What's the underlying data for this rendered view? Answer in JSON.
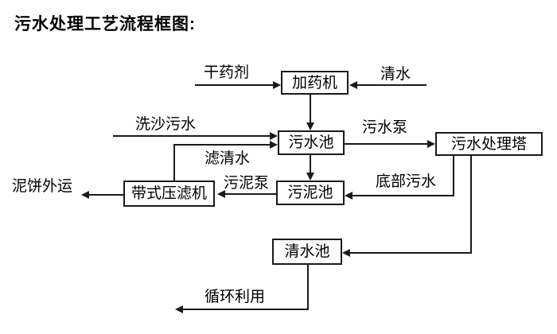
{
  "page": {
    "title": "污水处理工艺流程框图:"
  },
  "diagram": {
    "type": "flowchart",
    "nodes": [
      {
        "id": "dosing-machine",
        "label": "加药机"
      },
      {
        "id": "sewage-pool",
        "label": "污水池"
      },
      {
        "id": "sewage-treatment-tower",
        "label": "污水处理塔"
      },
      {
        "id": "belt-filter-press",
        "label": "带式压滤机"
      },
      {
        "id": "sludge-pool",
        "label": "污泥池"
      },
      {
        "id": "clean-water-pool",
        "label": "清水池"
      }
    ],
    "edge_labels": [
      {
        "id": "dry-agent",
        "label": "干药剂"
      },
      {
        "id": "clean-water",
        "label": "清水"
      },
      {
        "id": "sand-washing-sewage",
        "label": "洗沙污水"
      },
      {
        "id": "filtered-water",
        "label": "滤清水"
      },
      {
        "id": "sewage-pump",
        "label": "污水泵"
      },
      {
        "id": "bottom-sewage",
        "label": "底部污水"
      },
      {
        "id": "sludge-pump",
        "label": "污泥泵"
      },
      {
        "id": "mud-cake-transport",
        "label": "泥饼外运"
      },
      {
        "id": "recycle-use",
        "label": "循环利用"
      }
    ],
    "flows": [
      {
        "from": "dry-agent-source",
        "to": "dosing-machine",
        "label": "干药剂"
      },
      {
        "from": "clean-water-source",
        "to": "dosing-machine",
        "label": "清水"
      },
      {
        "from": "dosing-machine",
        "to": "sewage-pool",
        "label": ""
      },
      {
        "from": "sand-washing",
        "to": "sewage-pool",
        "label": "洗沙污水"
      },
      {
        "from": "belt-filter-press",
        "to": "sewage-pool",
        "label": "滤清水"
      },
      {
        "from": "sewage-pool",
        "to": "sewage-treatment-tower",
        "label": "污水泵"
      },
      {
        "from": "sewage-pool",
        "to": "sludge-pool",
        "label": ""
      },
      {
        "from": "sewage-treatment-tower",
        "to": "sludge-pool",
        "label": "底部污水"
      },
      {
        "from": "sewage-treatment-tower",
        "to": "clean-water-pool",
        "label": ""
      },
      {
        "from": "sludge-pool",
        "to": "belt-filter-press",
        "label": "污泥泵"
      },
      {
        "from": "belt-filter-press",
        "to": "mud-cake-out",
        "label": "泥饼外运"
      },
      {
        "from": "clean-water-pool",
        "to": "recycle",
        "label": "循环利用"
      }
    ],
    "colors": {
      "background": "#ffffff",
      "line": "#1a1a1a",
      "box_border": "#1a1a1a",
      "text": "#000000"
    }
  }
}
